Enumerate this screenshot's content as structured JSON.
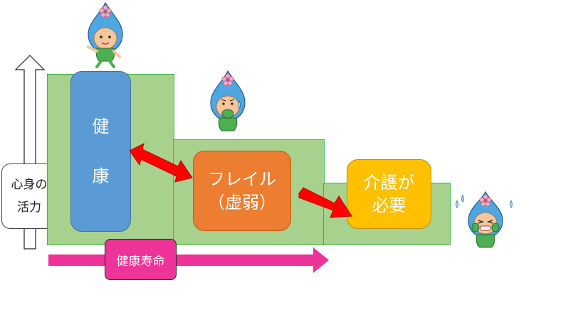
{
  "axis": {
    "label_line1": "心身の",
    "label_line2": "活力"
  },
  "stages": [
    {
      "id": "health",
      "line1": "健",
      "line2": "康",
      "color": "#5b9bd5"
    },
    {
      "id": "frailty",
      "line1": "フレイル",
      "line2": "（虚弱）",
      "color": "#ed7d31"
    },
    {
      "id": "care",
      "line1": "介護が",
      "line2": "必要",
      "color": "#ffc000"
    }
  ],
  "lifespan": {
    "label": "健康寿命",
    "color": "#ee3399"
  },
  "colors": {
    "stage_fill": "#a9d18e",
    "stage_border": "#3cb44b",
    "transition_arrow": "#ff0000"
  },
  "mascots": [
    "mascot-happy-icon",
    "mascot-worried-icon",
    "mascot-crying-icon"
  ]
}
